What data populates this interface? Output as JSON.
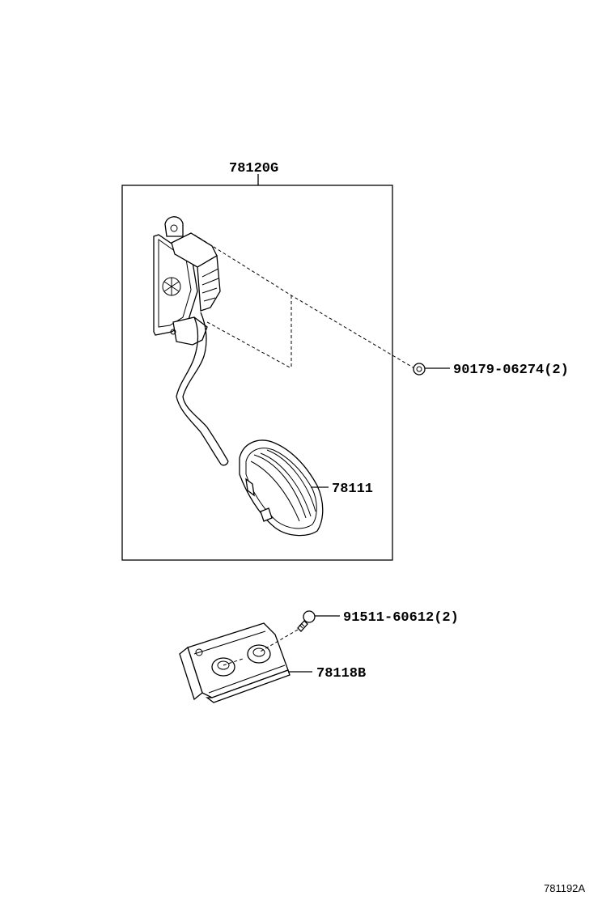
{
  "labels": {
    "assembly": "78120G",
    "bolt": "90179-06274(2)",
    "pad": "78111",
    "screw": "91511-60612(2)",
    "bracket": "78118B",
    "figure_ref": "781192A"
  },
  "colors": {
    "line": "#000000",
    "background": "#ffffff"
  }
}
